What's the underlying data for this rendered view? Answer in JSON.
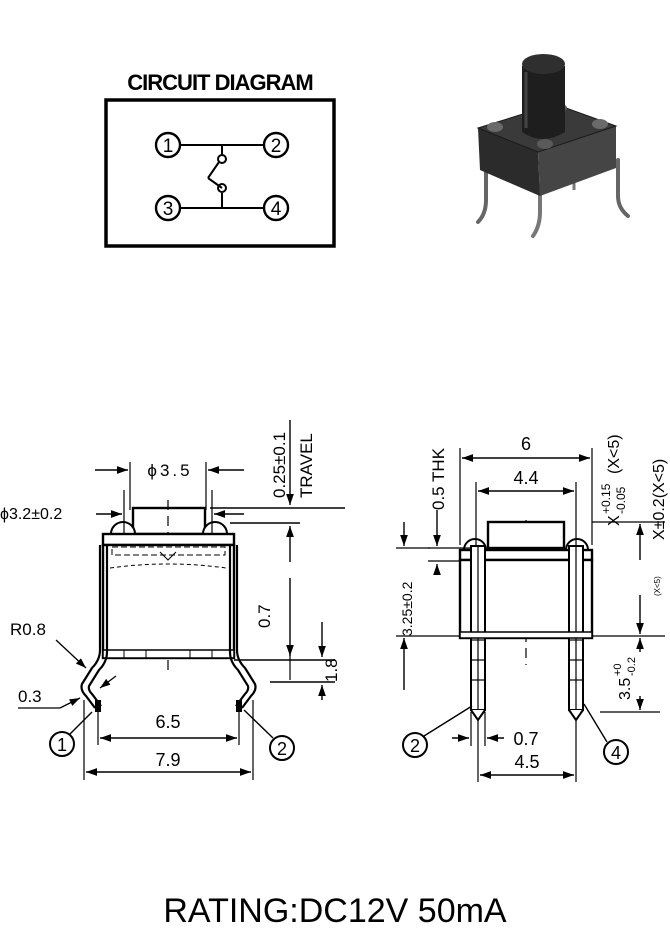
{
  "circuit": {
    "title": "CIRCUIT DIAGRAM",
    "pins": [
      "1",
      "2",
      "3",
      "4"
    ]
  },
  "front_view": {
    "d_stem": "ϕ3.5",
    "d_pin": "ϕ3.2±0.2",
    "travel_value": "0.25±0.1",
    "travel_label": "TRAVEL",
    "h_07": "0.7",
    "h_18": "1.8",
    "r_label": "R0.8",
    "t_label": "0.3",
    "w_65": "6.5",
    "w_79": "7.9",
    "pin_left": "1",
    "pin_right": "2"
  },
  "side_view": {
    "w_6": "6",
    "w_44": "4.4",
    "thk": "0.5 THK",
    "h_325": "3.25±0.2",
    "tol_a_base": "X",
    "tol_a_sup": "+0.15",
    "tol_a_sub": "-0.05",
    "tol_a_cond": "(X<5)",
    "tol_b": "X±0.2(X<5)",
    "small_note": "(X<5)",
    "h_35_base": "3.5",
    "h_35_sup": "+0",
    "h_35_sub": "-0.2",
    "w_07": "0.7",
    "w_45": "4.5",
    "pin_left": "2",
    "pin_right": "4"
  },
  "rating": "RATING:DC12V 50mA"
}
